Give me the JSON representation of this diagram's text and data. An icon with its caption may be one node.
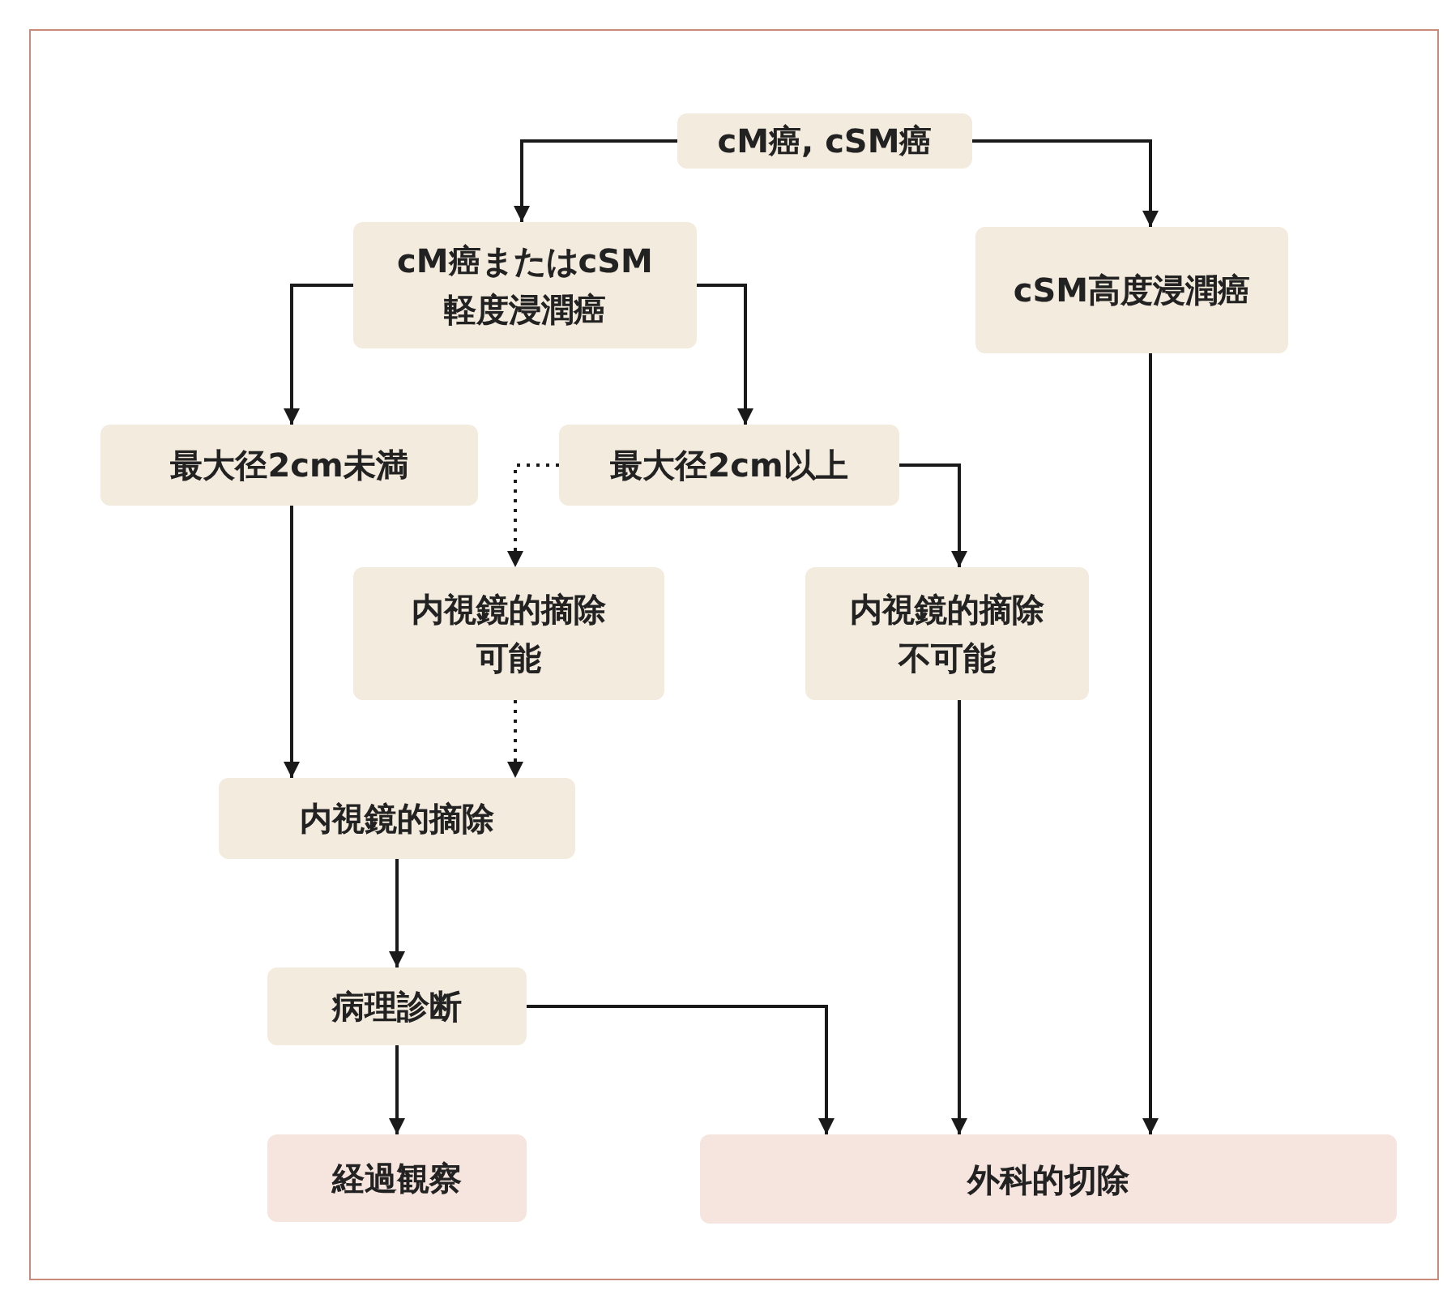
{
  "diagram": {
    "nodes": [
      {
        "text": [
          "cM癌, cSM癌"
        ]
      },
      {
        "text": [
          "cM癌またはcSM軽度浸潤癌"
        ]
      },
      {
        "text": [
          "cSM高度浸潤癌"
        ]
      },
      {
        "text": [
          "最大径2cm未満"
        ]
      },
      {
        "text": [
          "最大径2cm以上"
        ]
      },
      {
        "text": [
          "内視鏡的摘除可能"
        ]
      },
      {
        "text": [
          "内視鏡的摘除不可能"
        ]
      },
      {
        "text": [
          "内視鏡的摘除"
        ]
      },
      {
        "text": [
          "病理診断"
        ]
      },
      {
        "text": [
          "経過観察"
        ]
      },
      {
        "text": [
          "外科的切除"
        ]
      }
    ],
    "edges": [
      {
        "from": 0,
        "to": 1,
        "arrow": "to"
      },
      {
        "from": 0,
        "to": 2,
        "arrow": "to"
      },
      {
        "from": 1,
        "to": 3,
        "arrow": "to"
      },
      {
        "from": 1,
        "to": 4,
        "arrow": "to"
      },
      {
        "from": 4,
        "to": 5,
        "arrow": "to",
        "style": "dashed"
      },
      {
        "from": 4,
        "to": 6,
        "arrow": "to"
      },
      {
        "from": 3,
        "to": 7,
        "arrow": "to"
      },
      {
        "from": 5,
        "to": 7,
        "arrow": "to",
        "style": "dashed"
      },
      {
        "from": 7,
        "to": 8,
        "arrow": "to"
      },
      {
        "from": 8,
        "to": 9,
        "arrow": "to"
      },
      {
        "from": 8,
        "to": 10,
        "arrow": "to"
      },
      {
        "from": 6,
        "to": 10,
        "arrow": "to"
      },
      {
        "from": 2,
        "to": 10,
        "arrow": "to"
      }
    ]
  }
}
